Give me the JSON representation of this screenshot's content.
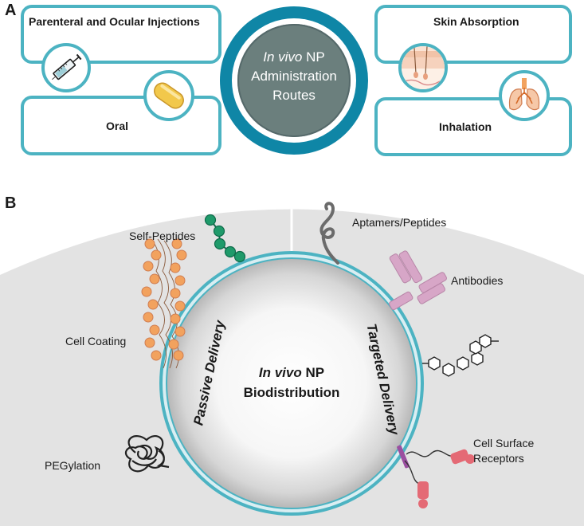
{
  "panel_a": {
    "letter": "A",
    "center": {
      "line1_italic": "In vivo",
      "line1_rest": " NP",
      "line2": "Administration",
      "line3": "Routes"
    },
    "routes": [
      {
        "label": "Parenteral and Ocular Injections",
        "icon": "syringe-icon"
      },
      {
        "label": "Oral",
        "icon": "capsule-icon"
      },
      {
        "label": "Skin Absorption",
        "icon": "skin-icon"
      },
      {
        "label": "Inhalation",
        "icon": "lungs-icon"
      }
    ]
  },
  "panel_b": {
    "letter": "B",
    "center": {
      "line1_italic": "In vivo",
      "line1_rest": " NP",
      "line2": "Biodistribution"
    },
    "passive_label": "Passive Delivery",
    "targeted_label": "Targeted Delivery",
    "passive_items": [
      {
        "label": "Self-Peptides",
        "icon": "peptide-chain-icon"
      },
      {
        "label": "Cell Coating",
        "icon": "cell-membrane-icon"
      },
      {
        "label": "PEGylation",
        "icon": "peg-polymer-icon"
      }
    ],
    "targeted_items": [
      {
        "label": "Aptamers/Peptides",
        "icon": "aptamer-icon"
      },
      {
        "label": "Antibodies",
        "icon": "antibody-icon"
      },
      {
        "label": "",
        "icon": "small-molecule-icon"
      },
      {
        "label": "Cell Surface",
        "label2": "Receptors",
        "icon": "receptor-icon"
      }
    ]
  },
  "colors": {
    "teal": "#4cb3c2",
    "dark_teal": "#0f86a6",
    "center_gray": "#6b7f7d",
    "background_gray": "#e3e3e3",
    "peptide_green": "#1f9a6a",
    "antibody_pink": "#d7a6c7",
    "coating_orange": "#f2a25e",
    "receptor_red": "#e46a75"
  }
}
